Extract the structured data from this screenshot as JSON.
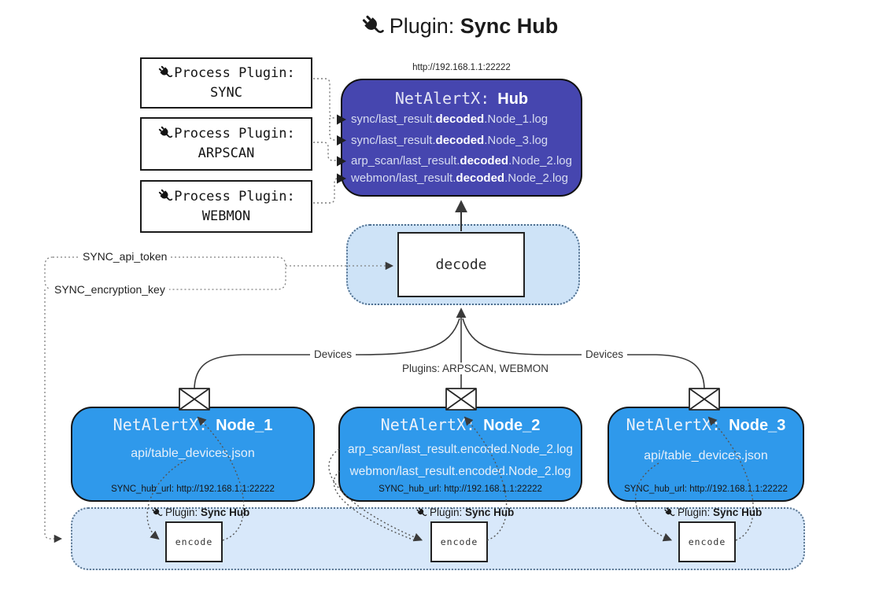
{
  "title": {
    "icon": "plug-icon",
    "prefix": "Plugin:",
    "bold": "Sync Hub"
  },
  "process_plugins": [
    {
      "icon": "plug-icon",
      "label": "Process Plugin:",
      "name": "SYNC"
    },
    {
      "icon": "plug-icon",
      "label": "Process Plugin:",
      "name": "ARPSCAN"
    },
    {
      "icon": "plug-icon",
      "label": "Process Plugin:",
      "name": "WEBMON"
    }
  ],
  "hub": {
    "url": "http://192.168.1.1:22222",
    "title_prefix": "NetAlertX:",
    "title_name": "Hub",
    "files": [
      {
        "prefix": "sync/last_result.",
        "bold": "decoded",
        "suffix": ".Node_1.log"
      },
      {
        "prefix": "sync/last_result.",
        "bold": "decoded",
        "suffix": ".Node_3.log"
      },
      {
        "prefix": "arp_scan/last_result.",
        "bold": "decoded",
        "suffix": ".Node_2.log"
      },
      {
        "prefix": "webmon/last_result.",
        "bold": "decoded",
        "suffix": ".Node_2.log"
      }
    ]
  },
  "decode_box": {
    "label": "decode"
  },
  "settings": {
    "api_token": "SYNC_api_token",
    "encryption_key": "SYNC_encryption_key"
  },
  "edge_labels": {
    "devices_left": "Devices",
    "plugins_middle": "Plugins: ARPSCAN, WEBMON",
    "devices_right": "Devices"
  },
  "nodes": [
    {
      "title_prefix": "NetAlertX:",
      "name": "Node_1",
      "files": [
        "api/table_devices.json"
      ],
      "hub_url": "SYNC_hub_url: http://192.168.1.1:22222"
    },
    {
      "title_prefix": "NetAlertX:",
      "name": "Node_2",
      "files": [
        "arp_scan/last_result.encoded.Node_2.log",
        "webmon/last_result.encoded.Node_2.log"
      ],
      "hub_url": "SYNC_hub_url: http://192.168.1.1:22222"
    },
    {
      "title_prefix": "NetAlertX:",
      "name": "Node_3",
      "files": [
        "api/table_devices.json"
      ],
      "hub_url": "SYNC_hub_url: http://192.168.1.1:22222"
    }
  ],
  "encode_band": {
    "sections": [
      {
        "icon": "plug-icon",
        "label_prefix": "Plugin:",
        "label_bold": "Sync Hub",
        "box_label": "encode"
      },
      {
        "icon": "plug-icon",
        "label_prefix": "Plugin:",
        "label_bold": "Sync Hub",
        "box_label": "encode"
      },
      {
        "icon": "plug-icon",
        "label_prefix": "Plugin:",
        "label_bold": "Sync Hub",
        "box_label": "encode"
      }
    ]
  },
  "colors": {
    "hub_fill": "#4646AF",
    "node_fill": "#2F99EB",
    "encode_band_fill": "#D8E8FA",
    "decode_band_fill": "#CEE3F7",
    "line": "#3A3A3A"
  }
}
